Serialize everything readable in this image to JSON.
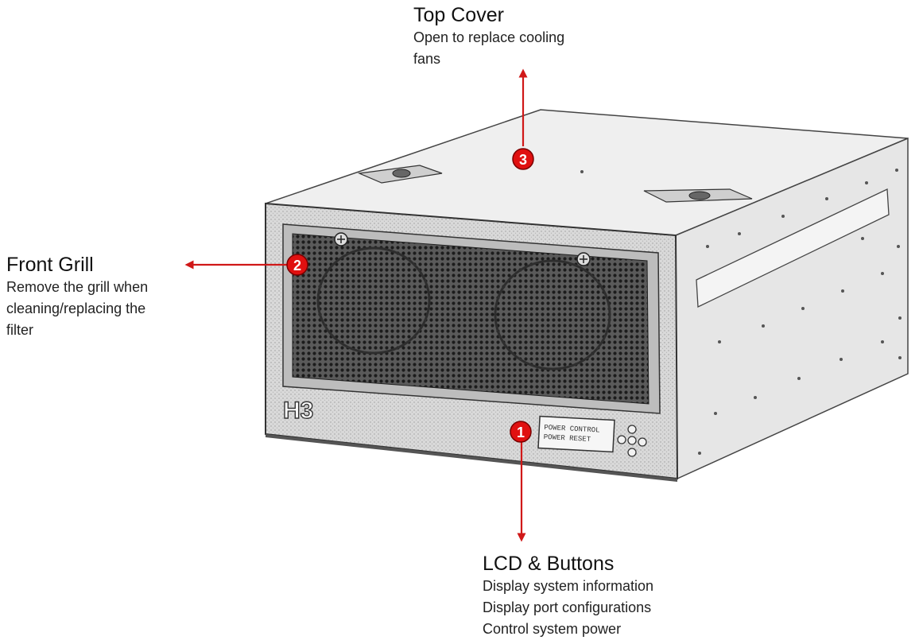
{
  "callouts": {
    "top_cover": {
      "number": "3",
      "title": "Top Cover",
      "desc": [
        "Open to replace cooling",
        "fans"
      ]
    },
    "front_grill": {
      "number": "2",
      "title": "Front Grill",
      "desc": [
        "Remove the grill when",
        "cleaning/replacing the",
        "filter"
      ]
    },
    "lcd_buttons": {
      "number": "1",
      "title": "LCD & Buttons",
      "desc": [
        "Display system information",
        "Display port configurations",
        "Control system power"
      ]
    }
  },
  "device": {
    "logo": "H3",
    "lcd_lines": [
      "POWER CONTROL",
      "POWER RESET"
    ]
  },
  "colors": {
    "marker": "#e01010",
    "arrow": "#d01818"
  }
}
